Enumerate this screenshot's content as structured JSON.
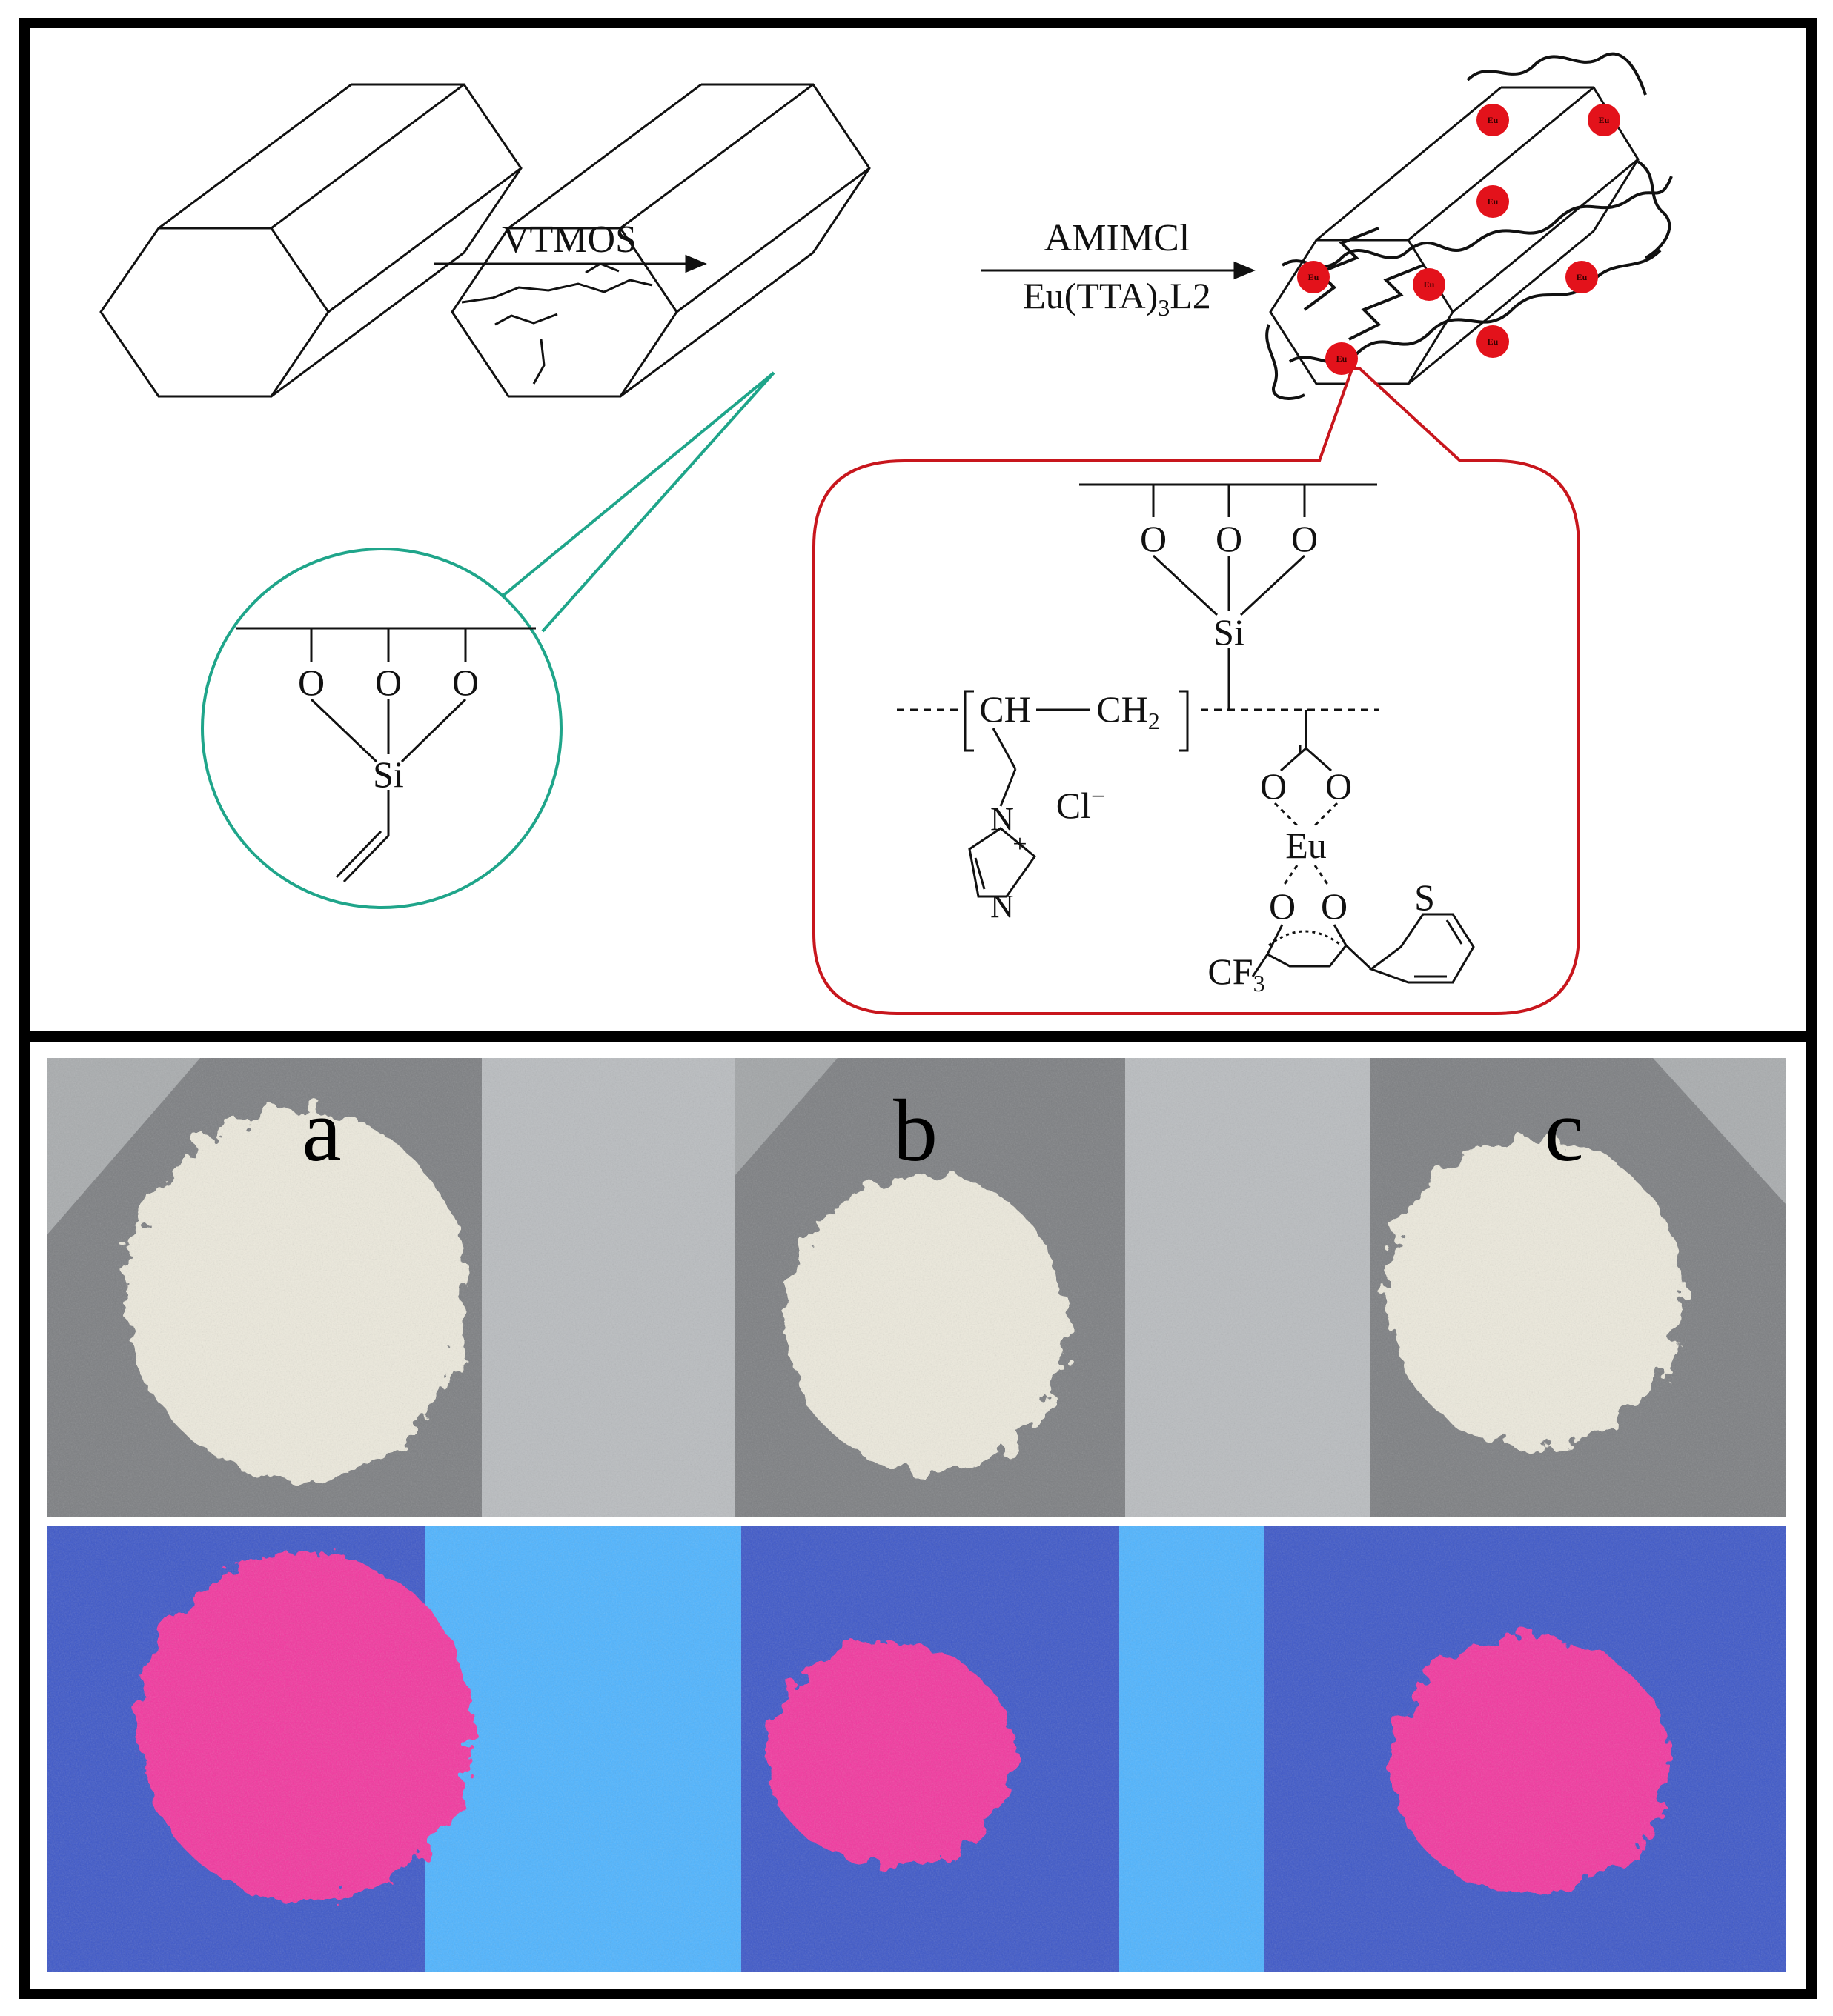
{
  "scheme": {
    "step1_reagent": "VTMOS",
    "step2_reagent_line1": "AMIMCl",
    "step2_reagent_line2_main": "Eu(TTA)",
    "step2_reagent_line2_sub": "3",
    "step2_reagent_line2_tail": "L2",
    "eu_marker_label": "Eu",
    "accent_green": "#1fa58a",
    "accent_red": "#c8161d",
    "eu_dot_color": "#e3121b"
  },
  "vinyl_inset": {
    "oxygen": "O",
    "silicon": "Si"
  },
  "complex_inset": {
    "oxygen": "O",
    "silicon": "Si",
    "ch_group": "CH",
    "ch2_group": "CH",
    "ch2_sub": "2",
    "chloride": "Cl",
    "chloride_charge": "−",
    "nitrogen": "N",
    "plus_charge": "+",
    "europium": "Eu",
    "sulfur": "S",
    "cf3_main": "CF",
    "cf3_sub": "3"
  },
  "photos": {
    "labels": [
      "a",
      "b",
      "c"
    ],
    "daylight_bg": "#7d7f82",
    "uv_bg": "#3e58c8",
    "uv_light": "#4fb4ff",
    "powder_color": "#ece9dc",
    "emission_color": "#f2379f"
  }
}
